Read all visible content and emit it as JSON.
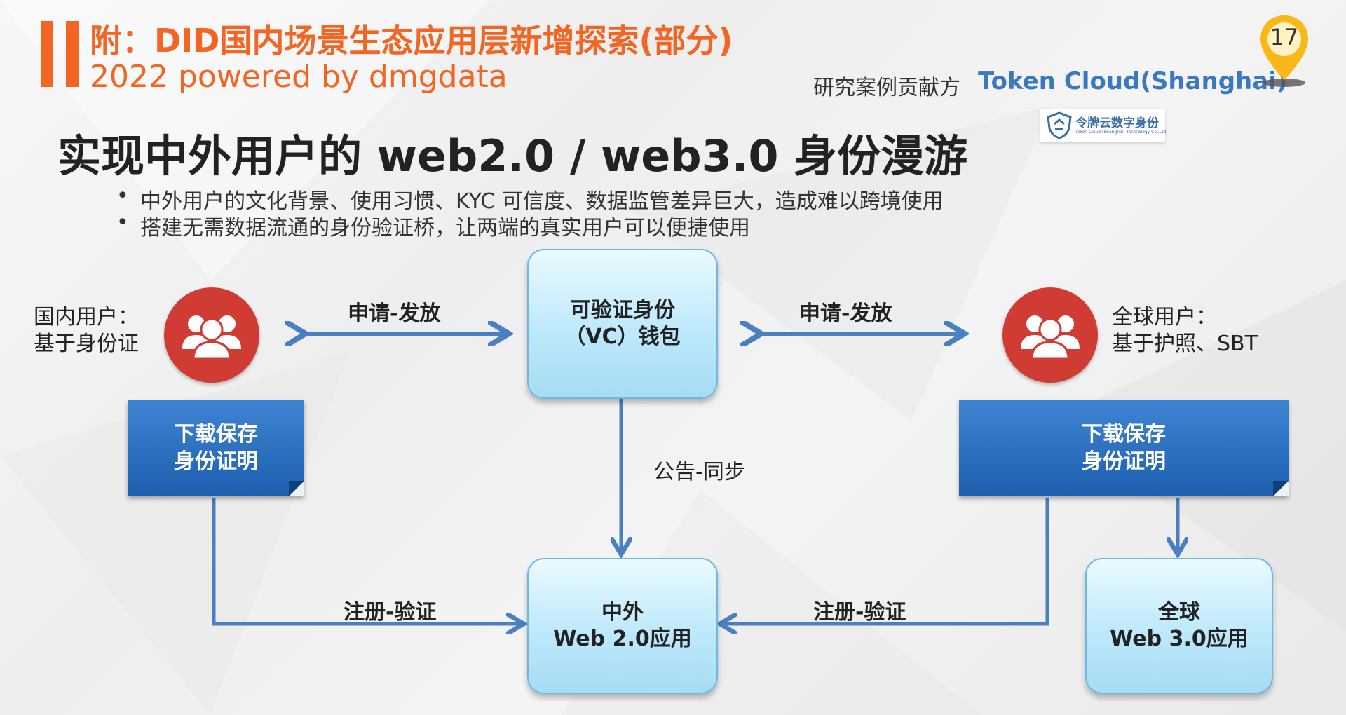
{
  "header": {
    "title": "附：DID国内场景生态应用层新增探索(部分)",
    "subtitle": "2022 powered by dmgdata",
    "contributor_label": "研究案例贡献方",
    "contributor_name": "Token Cloud(Shanghai)",
    "logo_text": "令牌云数字身份",
    "logo_small_text": "Token Cloud (Shanghai) Technology Co.,Ltd.",
    "page_number": "17"
  },
  "main": {
    "title": "实现中外用户的 web2.0 / web3.0 身份漫游",
    "bullets": [
      "中外用户的文化背景、使用习惯、KYC 可信度、数据监管差异巨大，造成难以跨境使用",
      "搭建无需数据流通的身份验证桥，让两端的真实用户可以便捷使用"
    ]
  },
  "diagram": {
    "left_user": {
      "line1": "国内用户：",
      "line2": "基于身份证"
    },
    "right_user": {
      "line1": "全球用户：",
      "line2": "基于护照、SBT"
    },
    "vc_wallet": {
      "line1": "可验证身份",
      "line2": "（VC）钱包"
    },
    "web2_app": {
      "line1": "中外",
      "line2": "Web 2.0应用"
    },
    "web3_app": {
      "line1": "全球",
      "line2": "Web 3.0应用"
    },
    "left_doc": {
      "line1": "下载保存",
      "line2": "身份证明"
    },
    "right_doc": {
      "line1": "下载保存",
      "line2": "身份证明"
    },
    "edges": {
      "left_apply": "申请-发放",
      "right_apply": "申请-发放",
      "announce_sync": "公告-同步",
      "left_register": "注册-验证",
      "right_register": "注册-验证"
    }
  },
  "colors": {
    "accent": "#f26522",
    "arrow": "#4a7fc1",
    "user_circle": "#d03b33",
    "doc_blue": "#2a6cc0",
    "node_fill": "#bde9fb"
  }
}
